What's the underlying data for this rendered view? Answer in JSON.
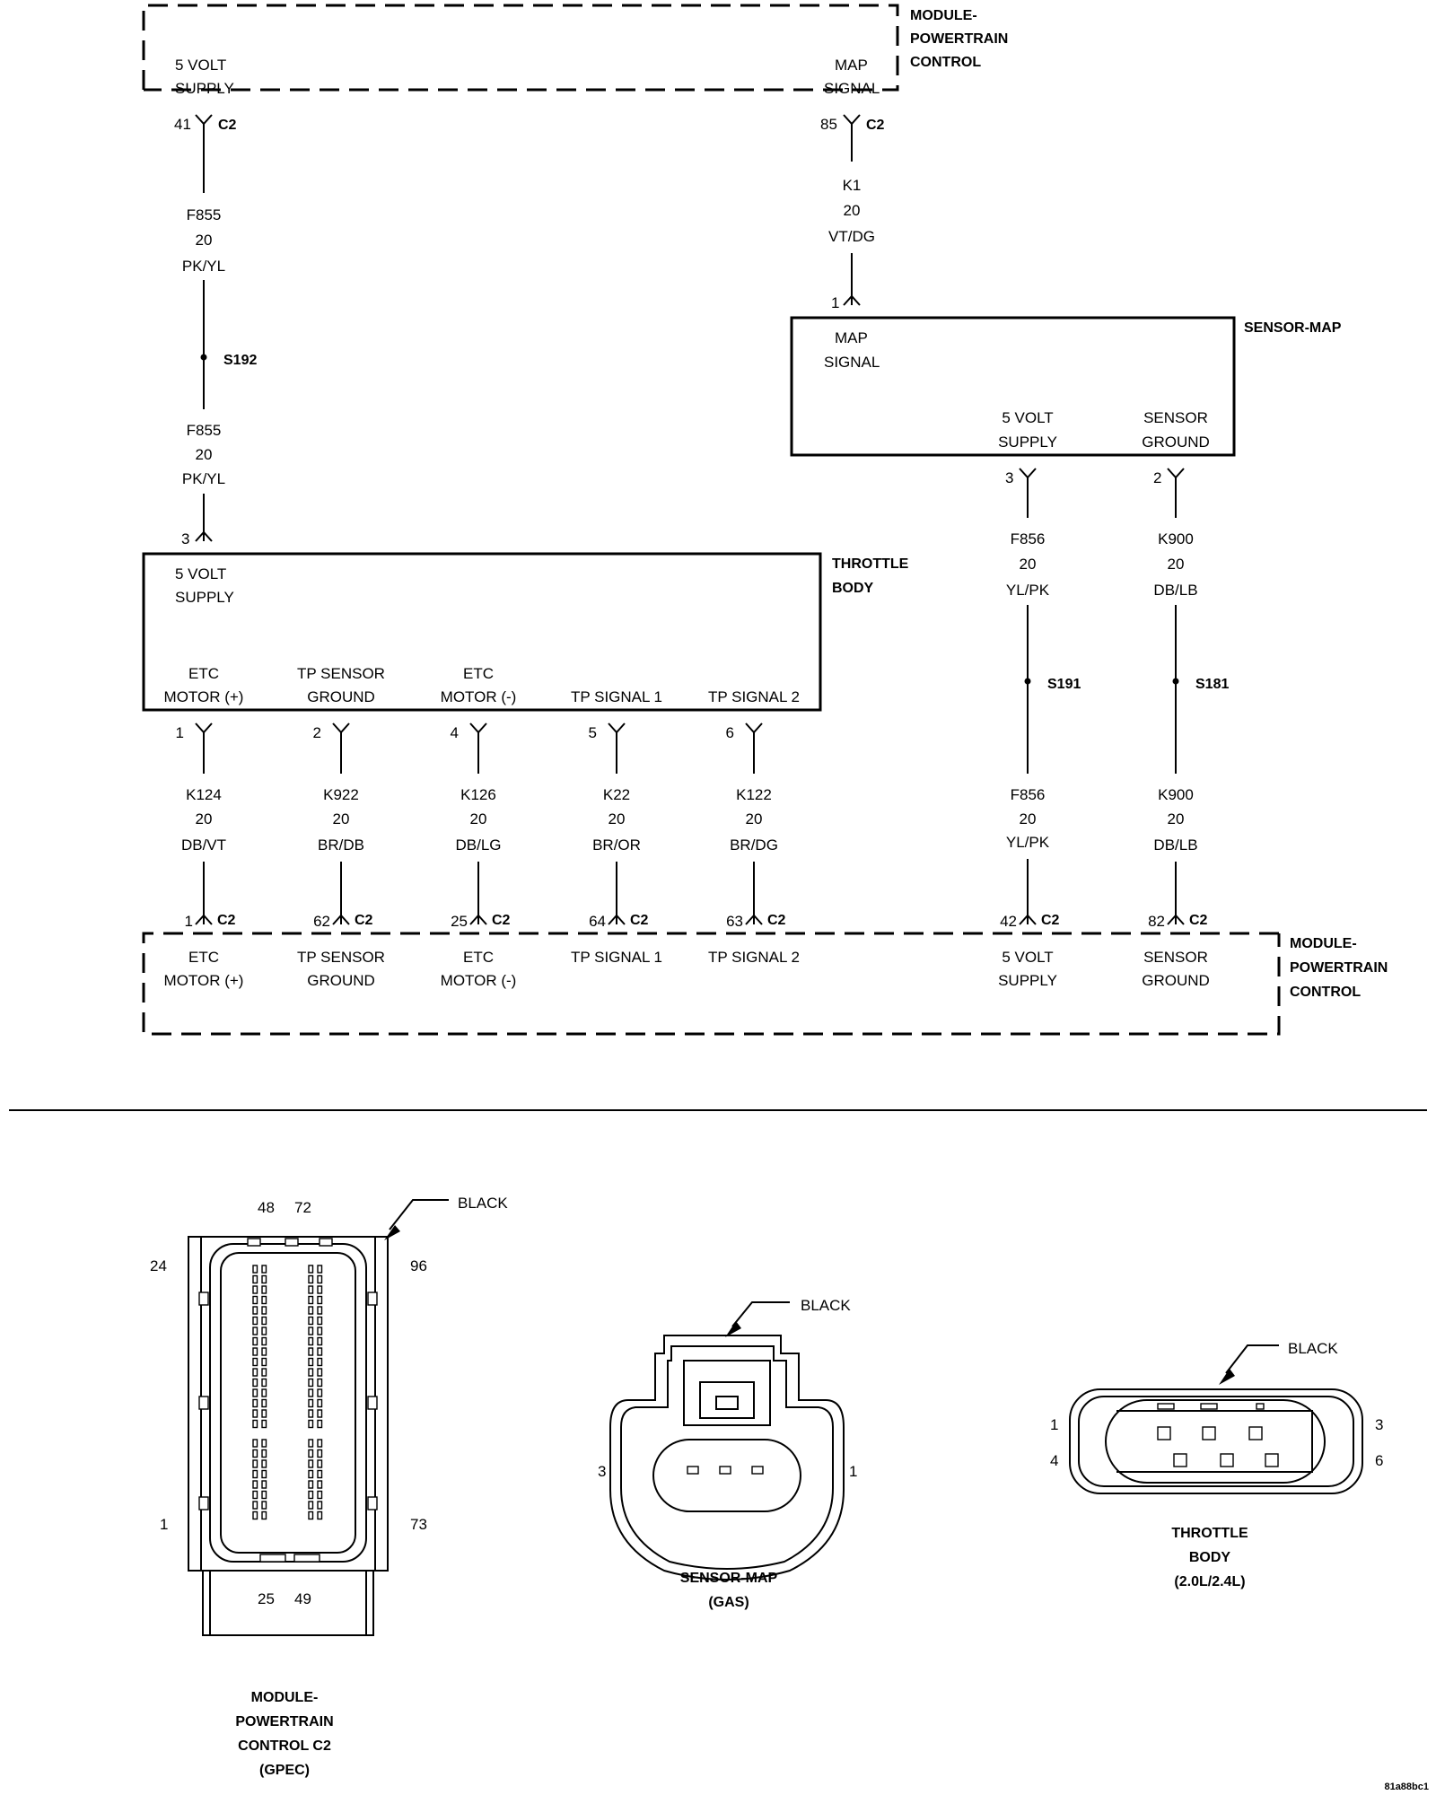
{
  "modules": {
    "pcm_top": {
      "name_lines": [
        "MODULE-",
        "POWERTRAIN",
        "CONTROL"
      ],
      "pins": [
        {
          "label": [
            "5 VOLT",
            "SUPPLY"
          ]
        },
        {
          "label": [
            "MAP",
            "SIGNAL"
          ]
        }
      ]
    },
    "sensor_map": {
      "name": "SENSOR-MAP",
      "pins": [
        {
          "label": [
            "MAP",
            "SIGNAL"
          ]
        },
        {
          "label": [
            "5 VOLT",
            "SUPPLY"
          ]
        },
        {
          "label": [
            "SENSOR",
            "GROUND"
          ]
        }
      ]
    },
    "throttle_body": {
      "name_lines": [
        "THROTTLE",
        "BODY"
      ],
      "supply": [
        "5 VOLT",
        "SUPPLY"
      ],
      "pins": [
        [
          "ETC",
          "MOTOR (+)"
        ],
        [
          "TP SENSOR",
          "GROUND"
        ],
        [
          "ETC",
          "MOTOR (-)"
        ],
        [
          "",
          "TP SIGNAL 1"
        ],
        [
          "",
          "TP SIGNAL 2"
        ]
      ]
    },
    "pcm_bottom": {
      "name_lines": [
        "MODULE-",
        "POWERTRAIN",
        "CONTROL"
      ],
      "pins": [
        [
          "ETC",
          "MOTOR (+)"
        ],
        [
          "TP SENSOR",
          "GROUND"
        ],
        [
          "ETC",
          "MOTOR (-)"
        ],
        [
          "TP SIGNAL 1",
          ""
        ],
        [
          "TP SIGNAL 2",
          ""
        ],
        [
          "5 VOLT",
          "SUPPLY"
        ],
        [
          "SENSOR",
          "GROUND"
        ]
      ]
    }
  },
  "connectors": {
    "pcm_top_supply": {
      "pin": "41",
      "conn": "C2"
    },
    "pcm_top_map": {
      "pin": "85",
      "conn": "C2"
    },
    "map_in": {
      "pin": "1"
    },
    "map_supply": {
      "pin": "3"
    },
    "map_ground": {
      "pin": "2"
    },
    "tb_supply": {
      "pin": "3"
    },
    "tb_pins": [
      "1",
      "2",
      "4",
      "5",
      "6"
    ],
    "pcm_bottom_pins": [
      "1",
      "62",
      "25",
      "64",
      "63",
      "42",
      "82"
    ],
    "pcm_bottom_conn": "C2"
  },
  "wires": {
    "f855_upper": [
      "F855",
      "20",
      "PK/YL"
    ],
    "f855_lower": [
      "F855",
      "20",
      "PK/YL"
    ],
    "k1": [
      "K1",
      "20",
      "VT/DG"
    ],
    "f856_upper": [
      "F856",
      "20",
      "YL/PK"
    ],
    "k900_upper": [
      "K900",
      "20",
      "DB/LB"
    ],
    "f856_lower": [
      "F856",
      "20",
      "YL/PK"
    ],
    "k900_lower": [
      "K900",
      "20",
      "DB/LB"
    ],
    "tb_wires": [
      [
        "K124",
        "20",
        "DB/VT"
      ],
      [
        "K922",
        "20",
        "BR/DB"
      ],
      [
        "K126",
        "20",
        "DB/LG"
      ],
      [
        "K22",
        "20",
        "BR/OR"
      ],
      [
        "K122",
        "20",
        "BR/DG"
      ]
    ]
  },
  "splices": {
    "s192": "S192",
    "s191": "S191",
    "s181": "S181"
  },
  "views": {
    "pcm_c2": {
      "caption": [
        "MODULE-",
        "POWERTRAIN",
        "CONTROL C2",
        "(GPEC)"
      ],
      "color": "BLACK",
      "pin_top": [
        "48",
        "72"
      ],
      "pin_bottom": [
        "25",
        "49"
      ],
      "pin_left": [
        "24",
        "1"
      ],
      "pin_right": [
        "96",
        "73"
      ]
    },
    "sensor_map": {
      "caption": [
        "SENSOR-MAP",
        "(GAS)"
      ],
      "color": "BLACK",
      "pin_left": "3",
      "pin_right": "1"
    },
    "throttle_body": {
      "caption": [
        "THROTTLE",
        "BODY",
        "(2.0L/2.4L)"
      ],
      "color": "BLACK",
      "pin_left": [
        "1",
        "4"
      ],
      "pin_right": [
        "3",
        "6"
      ]
    }
  },
  "footer_id": "81a88bc1"
}
